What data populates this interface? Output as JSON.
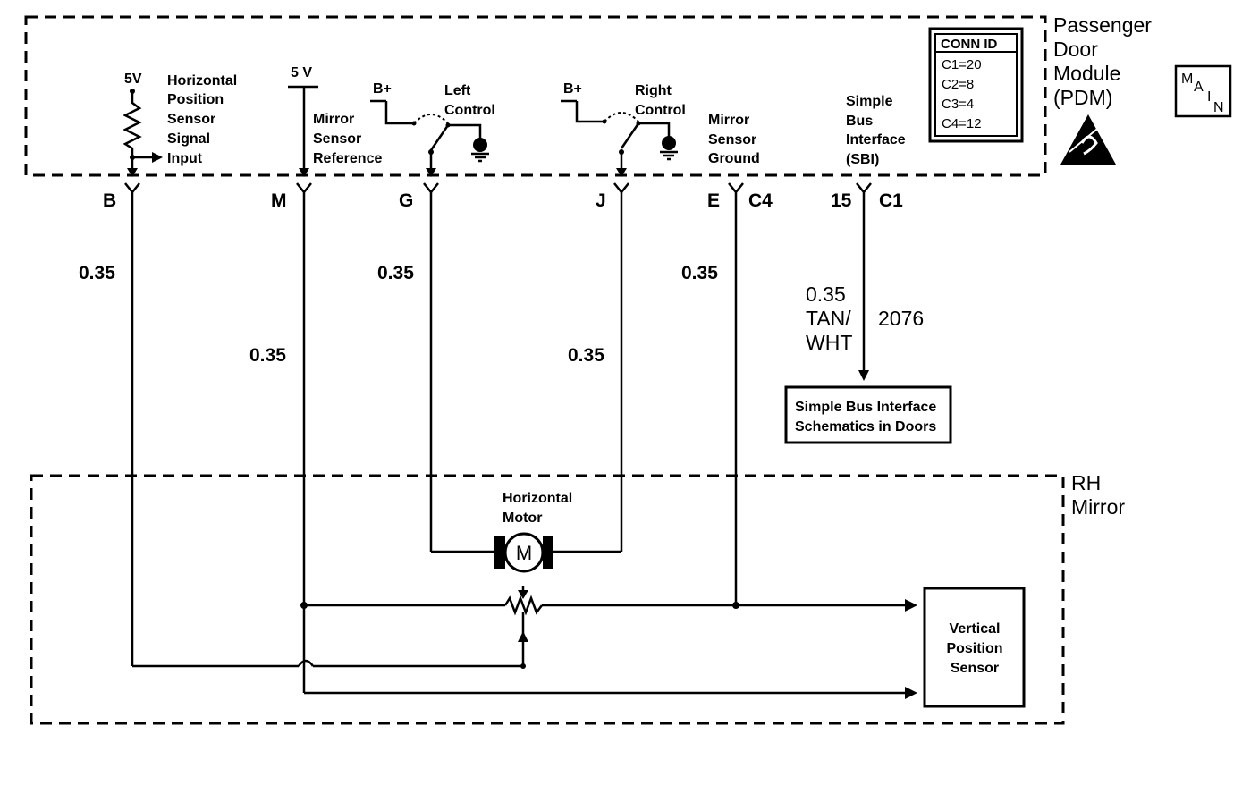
{
  "module": {
    "title": [
      "Passenger",
      "Door",
      "Module",
      "(PDM)"
    ],
    "main_badge": [
      "M",
      "A",
      "I",
      "N"
    ],
    "conn_id": {
      "header": "CONN ID",
      "rows": [
        "C1=20",
        "C2=8",
        "C3=4",
        "C4=12"
      ]
    }
  },
  "circuits": {
    "horizontal_position": {
      "voltage": "5V",
      "label": [
        "Horizontal",
        "Position",
        "Sensor",
        "Signal",
        "Input"
      ],
      "pin": "B",
      "gauge": "0.35"
    },
    "mirror_reference": {
      "voltage": "5 V",
      "label": [
        "Mirror",
        "Sensor",
        "Reference"
      ],
      "pin": "M",
      "gauge": "0.35"
    },
    "left_control": {
      "supply": "B+",
      "label": [
        "Left",
        "Control"
      ],
      "pin": "G",
      "gauge": "0.35"
    },
    "right_control": {
      "supply": "B+",
      "label": [
        "Right",
        "Control"
      ],
      "pin": "J",
      "gauge": "0.35"
    },
    "mirror_ground": {
      "label": [
        "Mirror",
        "Sensor",
        "Ground"
      ],
      "pin": "E",
      "connector": "C4",
      "gauge": "0.35"
    },
    "sbi": {
      "label": [
        "Simple",
        "Bus",
        "Interface",
        "(SBI)"
      ],
      "pin": "15",
      "connector": "C1",
      "gauge": "0.35",
      "color": [
        "TAN/",
        "WHT"
      ],
      "circuit": "2076",
      "reference": [
        "Simple Bus Interface",
        "Schematics in Doors"
      ]
    }
  },
  "mirror": {
    "title": [
      "RH",
      "Mirror"
    ],
    "motor_label": [
      "Horizontal",
      "Motor"
    ],
    "motor_symbol": "M",
    "vertical_sensor": [
      "Vertical",
      "Position",
      "Sensor"
    ]
  }
}
